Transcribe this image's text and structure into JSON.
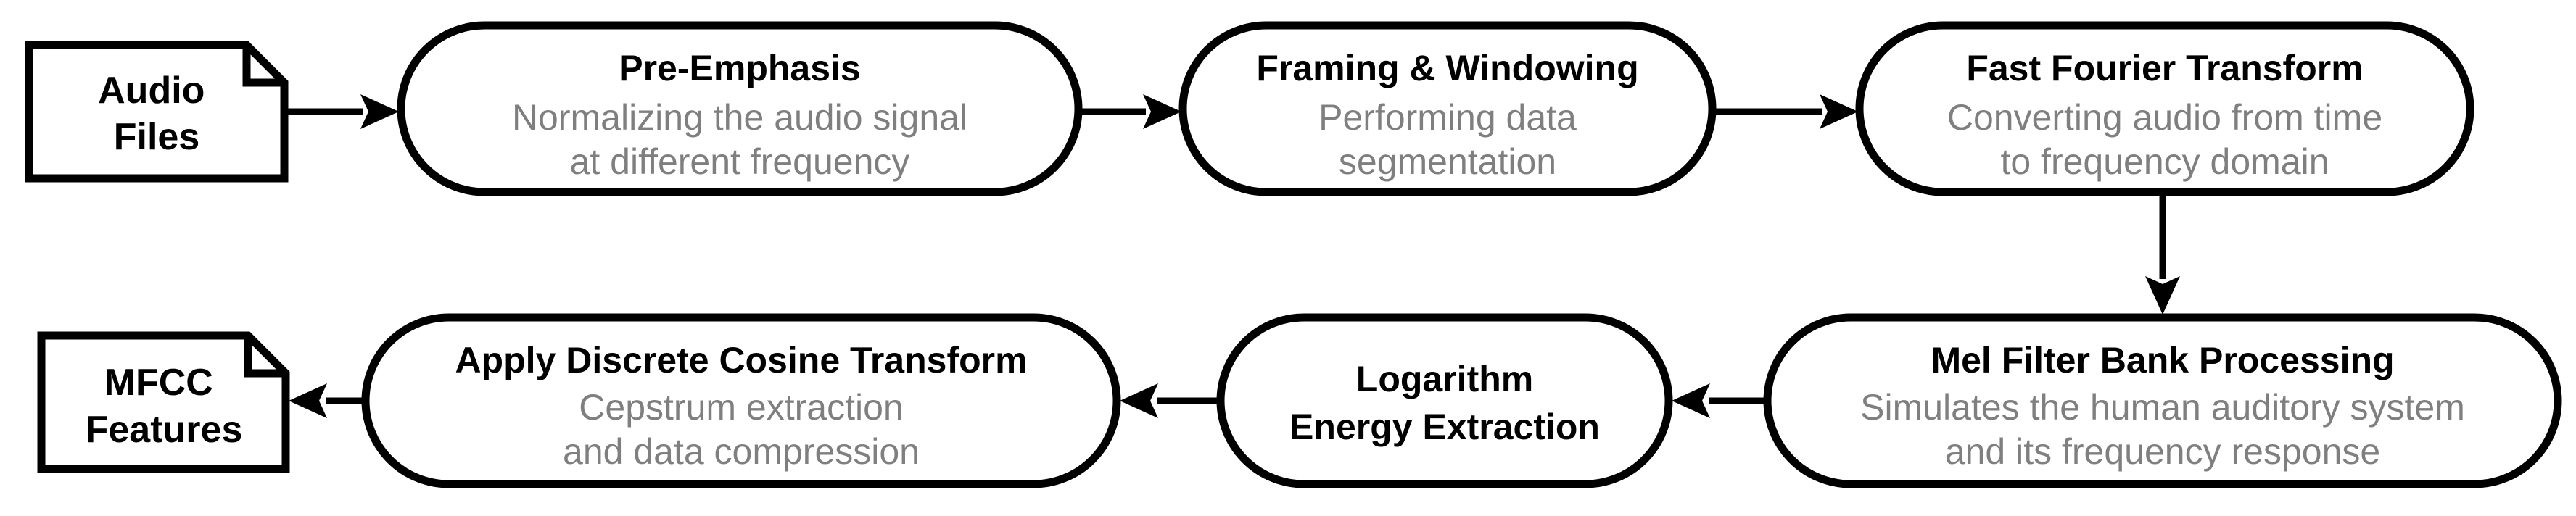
{
  "diagram": {
    "inputs": {
      "audio_files": [
        "Audio",
        "Files"
      ]
    },
    "outputs": {
      "mfcc_features": [
        "MFCC",
        "Features"
      ]
    },
    "steps": {
      "pre_emphasis": {
        "title": "Pre-Emphasis",
        "desc": [
          "Normalizing the audio signal",
          "at different frequency"
        ]
      },
      "framing_windowing": {
        "title": "Framing & Windowing",
        "desc": [
          "Performing data",
          "segmentation"
        ]
      },
      "fft": {
        "title": "Fast Fourier Transform",
        "desc": [
          "Converting audio from time",
          "to frequency domain"
        ]
      },
      "mel_filter_bank": {
        "title": "Mel Filter Bank Processing",
        "desc": [
          "Simulates the human auditory system",
          "and its frequency response"
        ]
      },
      "log_energy": {
        "title": [
          "Logarithm",
          "Energy Extraction"
        ]
      },
      "dct": {
        "title": "Apply Discrete Cosine Transform",
        "desc": [
          "Cepstrum extraction",
          "and data compression"
        ]
      }
    },
    "colors": {
      "stroke": "#000000",
      "title_text": "#000000",
      "description_text": "#7f7f7f",
      "fill": "#ffffff"
    }
  }
}
